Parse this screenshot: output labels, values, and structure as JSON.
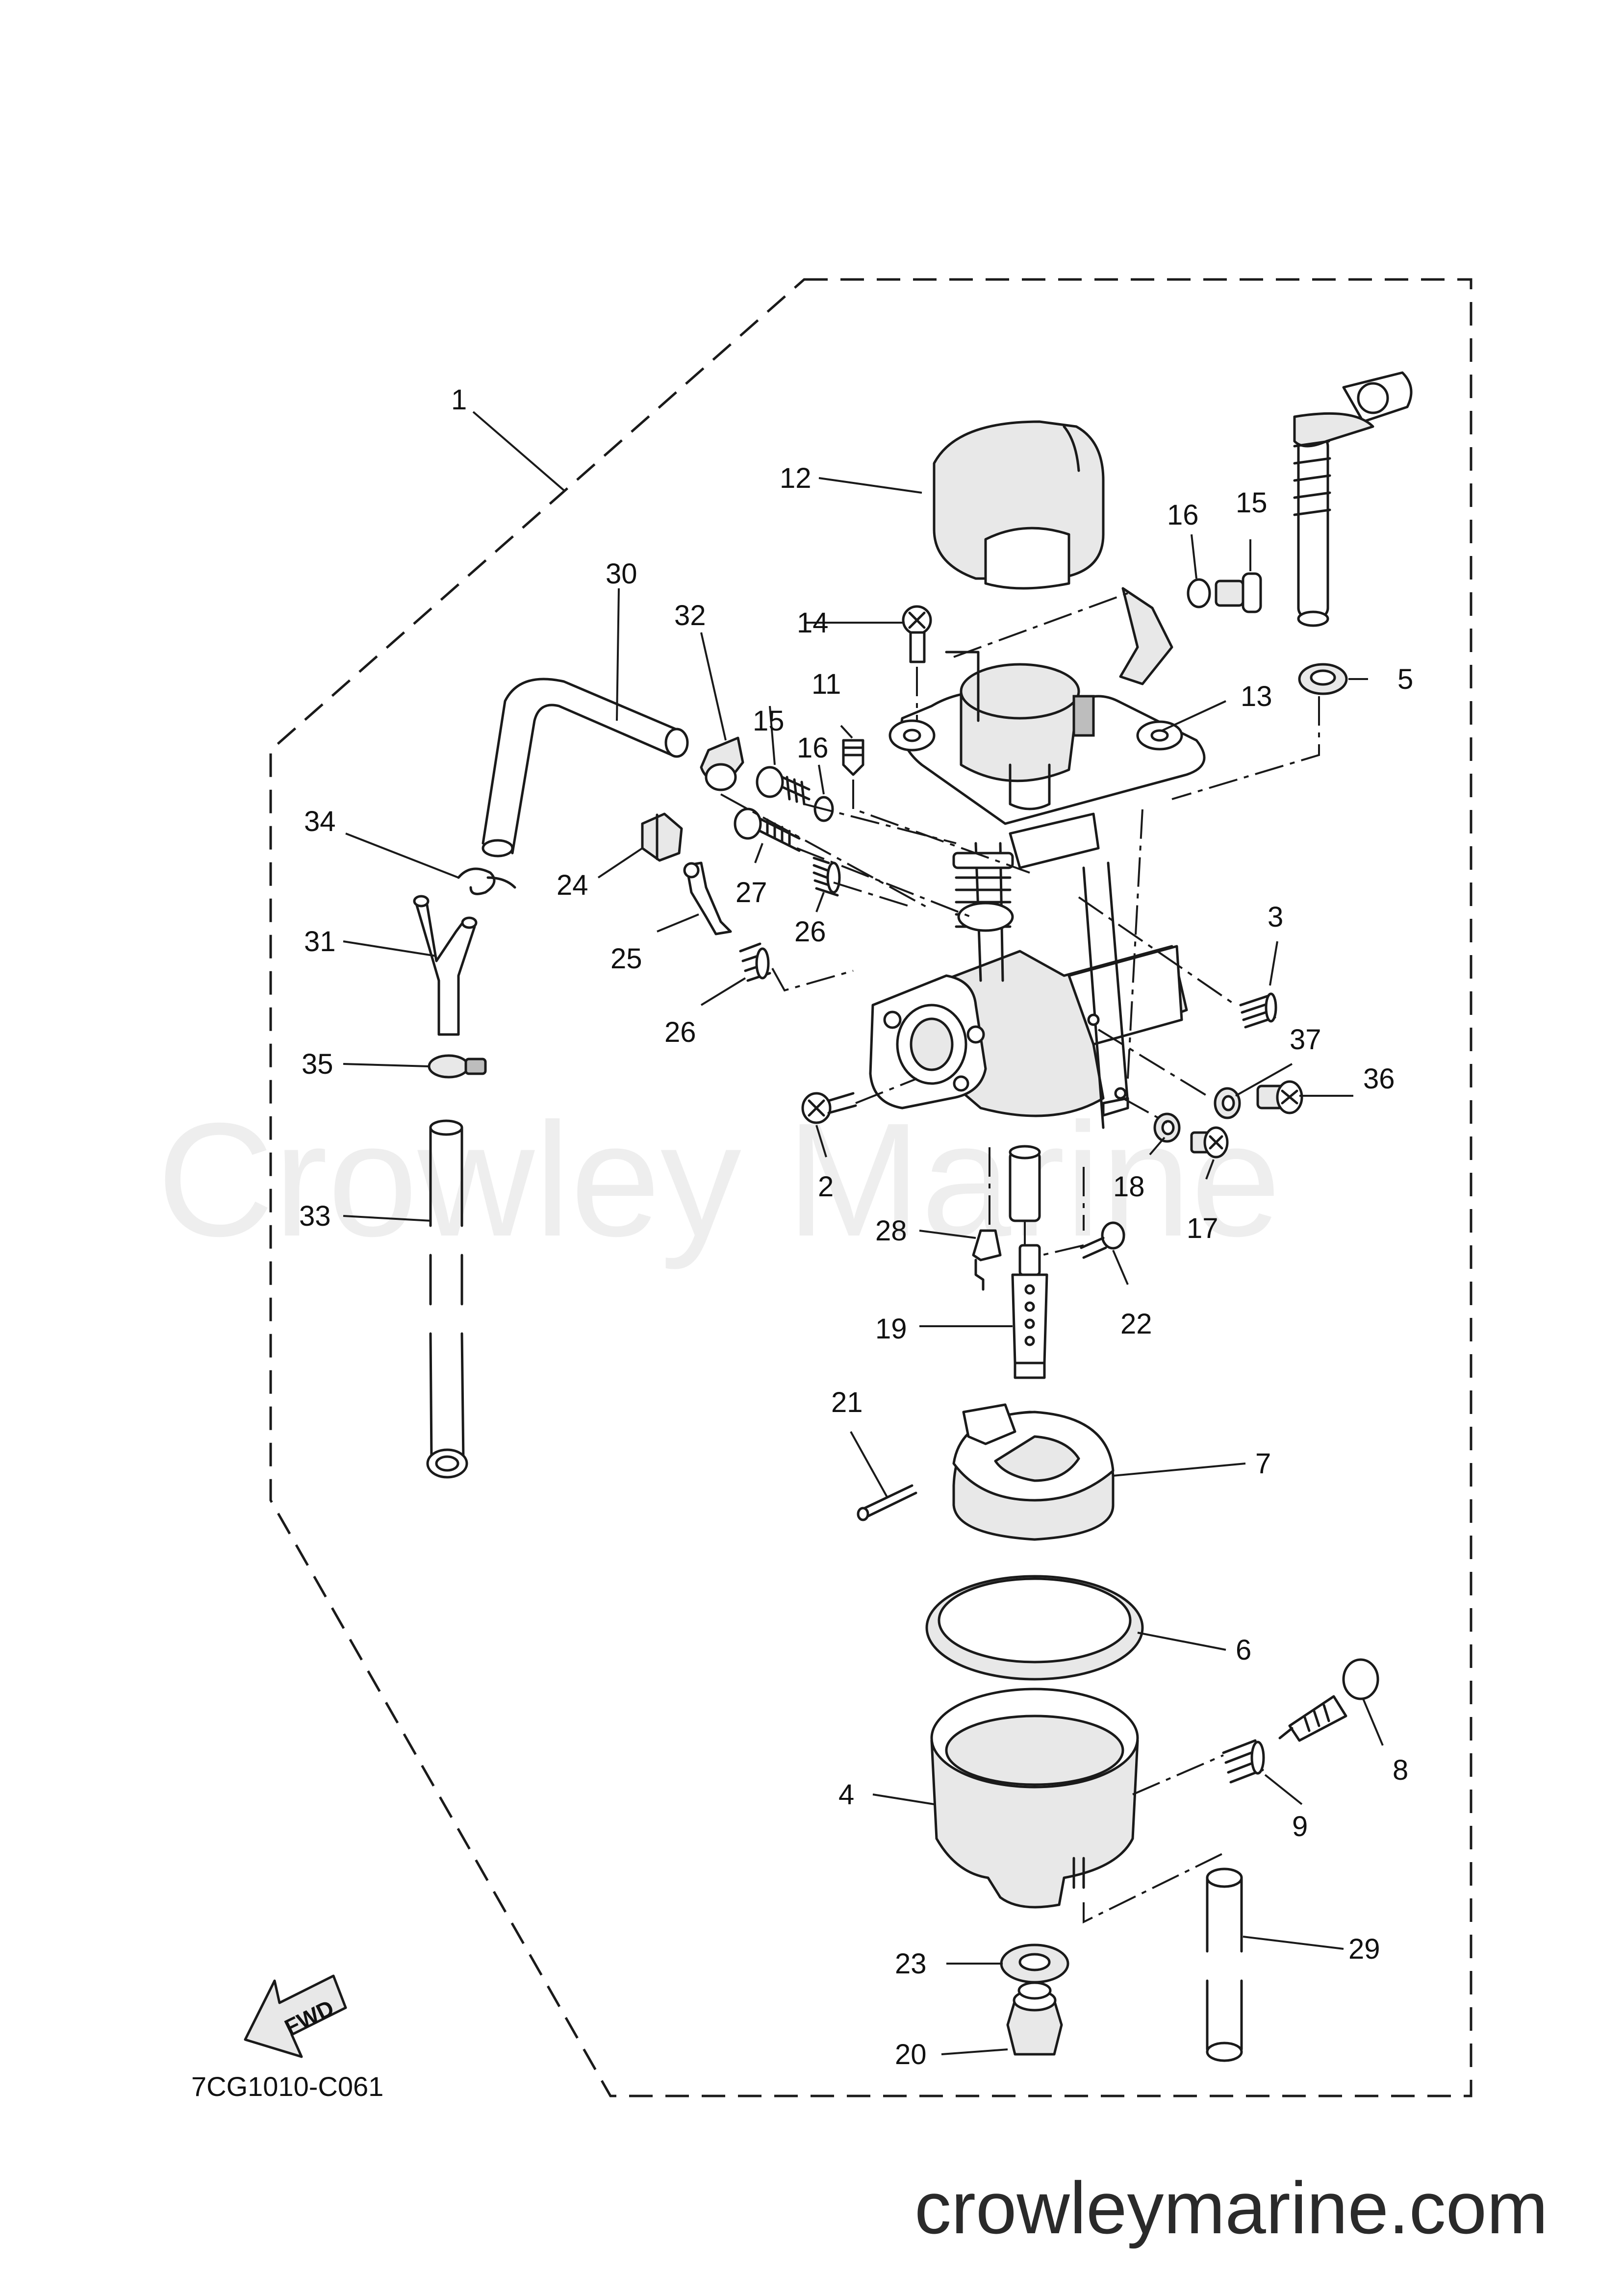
{
  "diagram": {
    "part_code": "7CG1010-C061",
    "watermark": "Crowley Marine",
    "website": "crowleymarine.com",
    "fwd_label": "FWD",
    "callouts": [
      "1",
      "2",
      "3",
      "4",
      "5",
      "6",
      "7",
      "8",
      "9",
      "11",
      "12",
      "13",
      "14",
      "15",
      "15",
      "16",
      "16",
      "17",
      "18",
      "19",
      "20",
      "21",
      "22",
      "23",
      "24",
      "25",
      "26",
      "26",
      "27",
      "28",
      "29",
      "30",
      "31",
      "32",
      "33",
      "34",
      "35",
      "36",
      "37"
    ]
  }
}
